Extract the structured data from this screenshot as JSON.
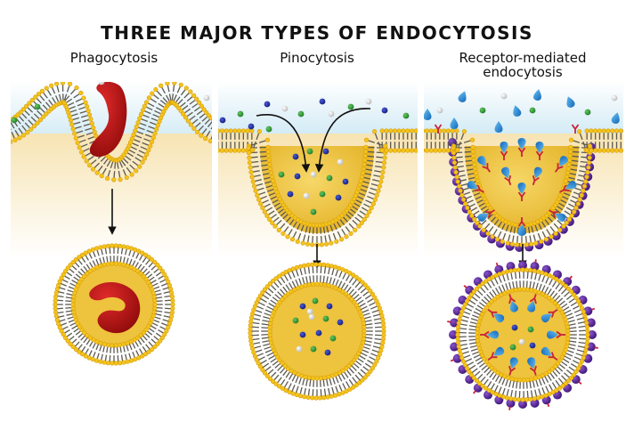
{
  "title": "THREE MAJOR TYPES OF ENDOCYTOSIS",
  "panels": {
    "phagocytosis": {
      "label": "Phagocytosis"
    },
    "pinocytosis": {
      "label": "Pinocytosis"
    },
    "receptor": {
      "label_line1": "Receptor-mediated",
      "label_line2": "endocytosis"
    }
  },
  "colors": {
    "head": "#f2c41c",
    "head_edge": "#d99a0a",
    "tail": "#5b5951",
    "extracellular": "#cfe9f4",
    "cytoplasm": "#f8e9c4",
    "vesicle_lumen": "#eec33d",
    "cell_particle": "#b81414",
    "molecule_blue": "#1d2a9a",
    "molecule_green": "#2f9c3a",
    "molecule_white": "#e6e6e6",
    "ligand": "#1f8ed8",
    "receptor": "#c8233a",
    "coat_protein": "#5c2a9a"
  }
}
